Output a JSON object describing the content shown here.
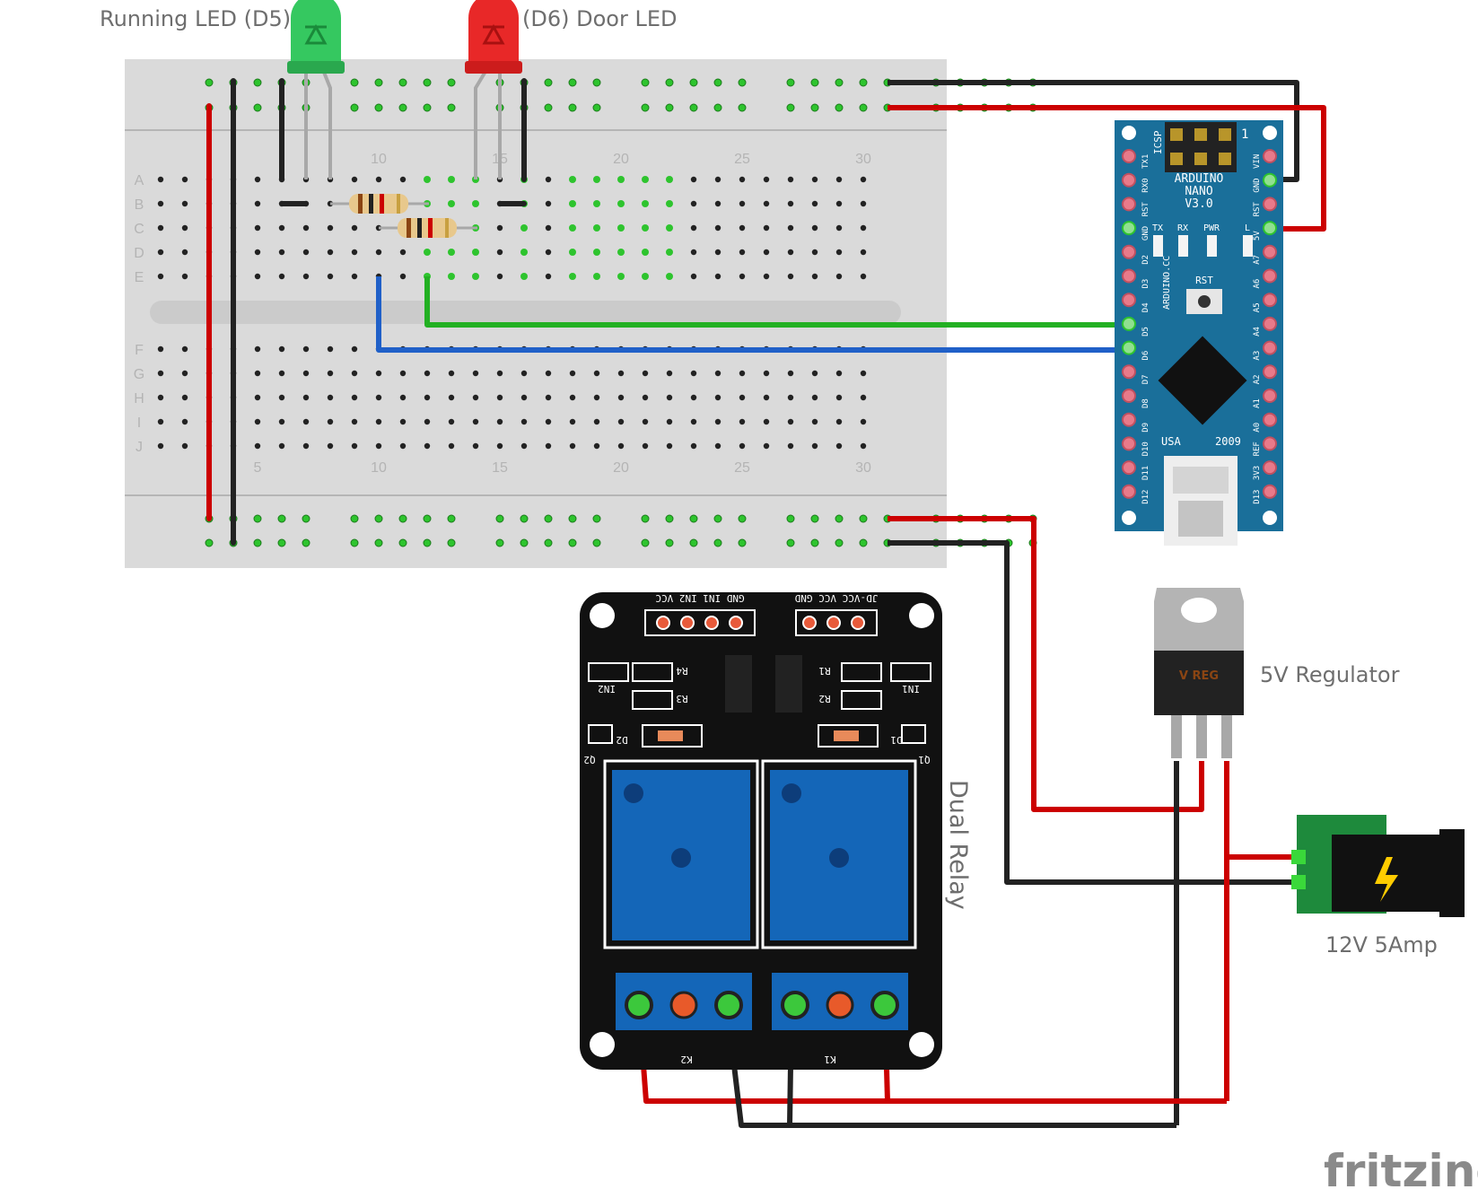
{
  "labels": {
    "running_led": "Running LED (D5)",
    "door_led": "(D6) Door LED",
    "regulator": "5V Regulator",
    "dual_relay": "Dual Relay",
    "power_supply": "12V 5Amp",
    "brand": "fritzing"
  },
  "breadboard": {
    "rows_top": [
      "A",
      "B",
      "C",
      "D",
      "E"
    ],
    "rows_bottom": [
      "F",
      "G",
      "H",
      "I",
      "J"
    ],
    "column_numbers": [
      "5",
      "10",
      "15",
      "20",
      "25",
      "30"
    ]
  },
  "nano": {
    "header": "ICSP",
    "pin1": "1",
    "title_line1": "ARDUINO",
    "title_line2": "NANO",
    "title_line3": "V3.0",
    "leds": [
      "TX",
      "RX",
      "PWR",
      "L"
    ],
    "reset_label": "RST",
    "side_text": "ARDUINO.CC",
    "country": "USA",
    "year": "2009",
    "left_pins": [
      "TX1",
      "RX0",
      "RST",
      "GND",
      "D2",
      "D3",
      "D4",
      "D5",
      "D6",
      "D7",
      "D8",
      "D9",
      "D10",
      "D11",
      "D12"
    ],
    "right_pins": [
      "VIN",
      "GND",
      "RST",
      "5V",
      "A7",
      "A6",
      "A5",
      "A4",
      "A3",
      "A2",
      "A1",
      "A0",
      "REF",
      "3V3",
      "D13"
    ]
  },
  "relay": {
    "header_left": "GND IN1 IN2 VCC",
    "header_right": "JD-VCC VCC GND",
    "parts": [
      "IN2",
      "R4",
      "R3",
      "R1",
      "R2",
      "IN1",
      "D2",
      "D1",
      "Q2",
      "Q1",
      "K2",
      "K1"
    ]
  },
  "regulator": {
    "marking": "V REG"
  },
  "colors": {
    "wire_red": "#cc0000",
    "wire_black": "#222222",
    "wire_green": "#22b022",
    "wire_blue": "#2060c8",
    "pcb_blue": "#1a6f9a",
    "relay_blue": "#1466b8"
  }
}
